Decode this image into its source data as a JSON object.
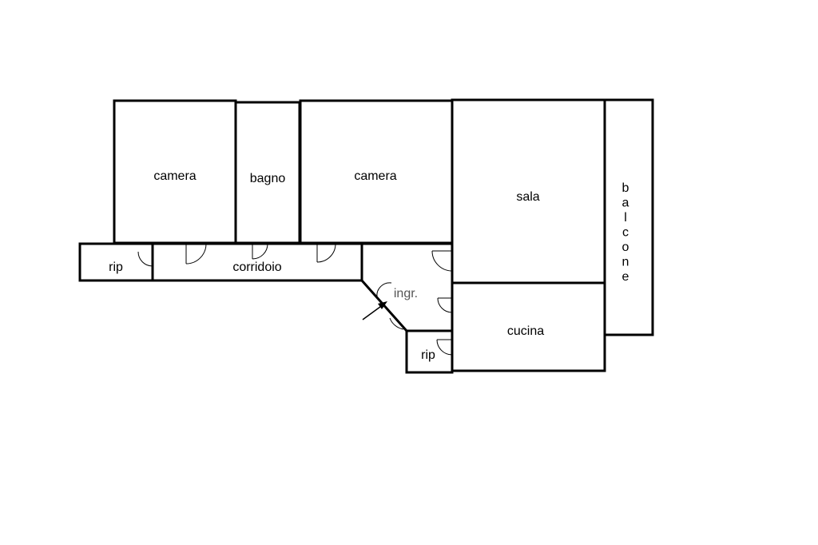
{
  "rooms": {
    "camera_left": "camera",
    "bagno": "bagno",
    "camera_center": "camera",
    "sala": "sala",
    "balcone": "balcone",
    "rip_left": "rip",
    "corridoio": "corridoio",
    "ingresso": "ingr.",
    "cucina": "cucina",
    "rip_bottom": "rip"
  },
  "colors": {
    "wall": "#000000",
    "background": "#ffffff",
    "ingresso_label": "#555555"
  },
  "icons": {
    "entrance": "entrance-arrow-icon",
    "door": "door-swing-icon"
  }
}
